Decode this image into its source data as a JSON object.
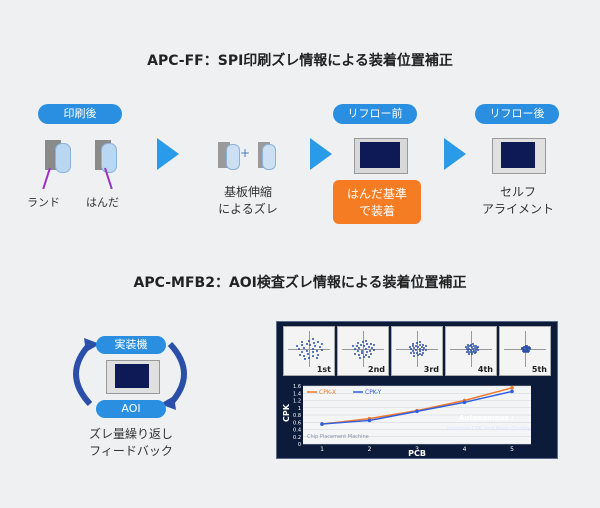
{
  "section1": {
    "title": "APC-FF：SPI印刷ズレ情報による装着位置補正",
    "pill_print": "印刷後",
    "label_land": "ランド",
    "label_solder": "はんだ",
    "caption_shrink": [
      "基板伸縮",
      "によるズレ"
    ],
    "pill_before": "リフロー前",
    "orange_text": [
      "はんだ基準",
      "で装着"
    ],
    "pill_after": "リフロー後",
    "caption_self": [
      "セルフ",
      "アライメント"
    ]
  },
  "section2": {
    "title": "APC-MFB2：AOI検査ズレ情報による装着位置補正",
    "pill_mount": "実装機",
    "pill_aoi": "AOI",
    "caption_feedback": [
      "ズレ量繰り返し",
      "フィードバック"
    ],
    "chart_thumbs": [
      "1st",
      "2nd",
      "3rd",
      "4th",
      "5th"
    ],
    "legend": [
      "CPK-X",
      "CPK-Y"
    ],
    "autonomous_title": "Autonomous :",
    "autonomous_sub": "Improve CPK and Keep Quality",
    "overlay_text": "Chip Placement Machine",
    "colors": {
      "accent": "#2a8fe0",
      "orange": "#f57c22",
      "cpk_x": "#f07a2a",
      "cpk_y": "#2f5fe0"
    }
  },
  "chart_data": {
    "type": "line",
    "x": [
      1,
      2,
      3,
      4,
      5
    ],
    "xlabel": "PCB",
    "ylabel": "CPK",
    "ylim": [
      0,
      1.6
    ],
    "yticks": [
      "0",
      "0.2",
      "0.4",
      "0.6",
      "0.8",
      "1",
      "1.2",
      "1.4",
      "1.6"
    ],
    "series": [
      {
        "name": "CPK-X",
        "values": [
          0.55,
          0.7,
          0.92,
          1.2,
          1.55
        ]
      },
      {
        "name": "CPK-Y",
        "values": [
          0.55,
          0.65,
          0.9,
          1.15,
          1.45
        ]
      }
    ]
  }
}
